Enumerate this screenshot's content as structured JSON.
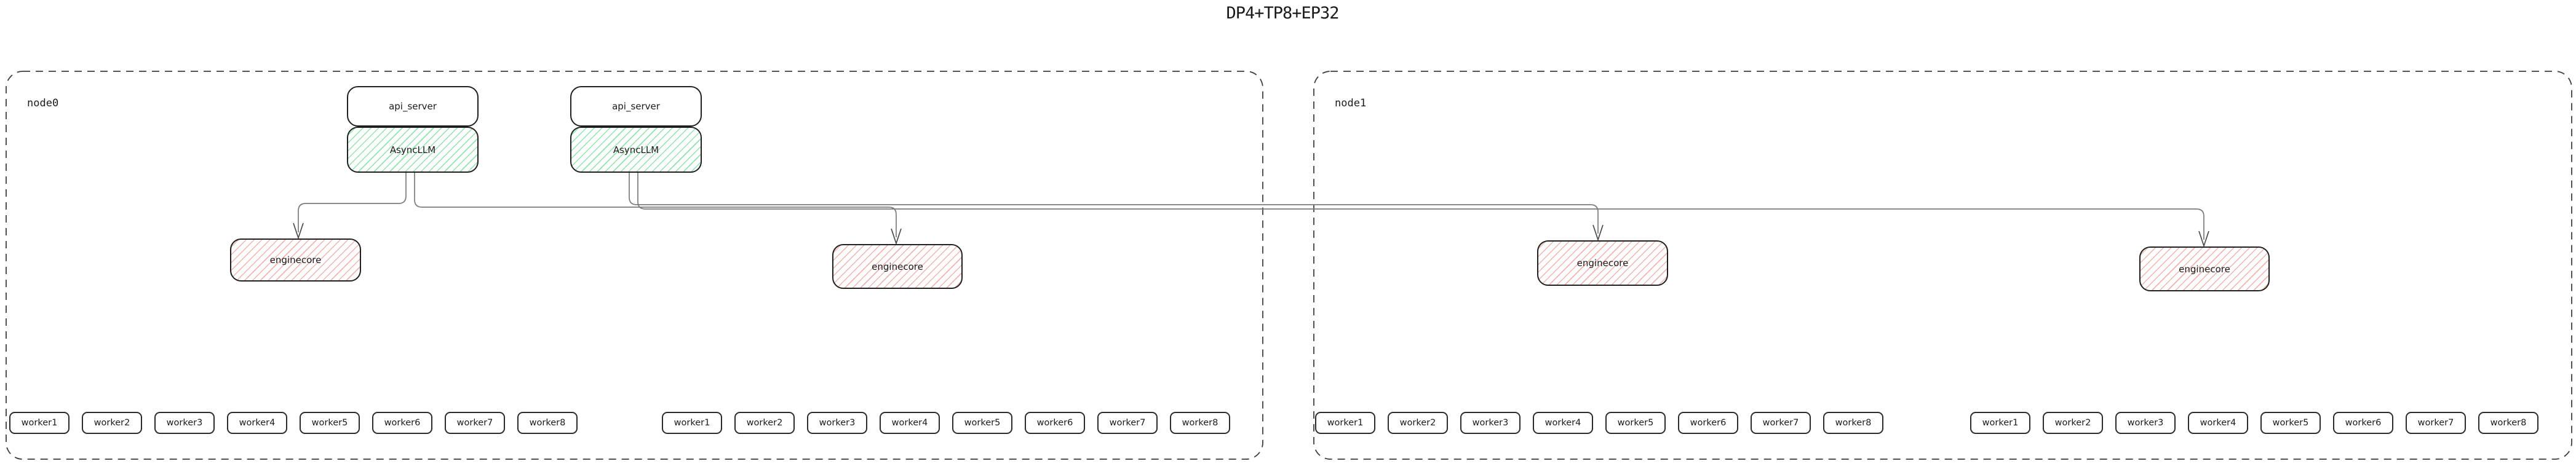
{
  "title": "DP4+TP8+EP32",
  "colors": {
    "box_border": "#1f1f1f",
    "connector": "#7a7a7a",
    "arrowhead": "#4a4a4a",
    "async_llm_hatch": "#8fe3ab",
    "enginecore_hatch": "#f2b3ae",
    "node_border": "#3c3c3c",
    "background": "#ffffff",
    "text": "#1a1a1a"
  },
  "nodes": [
    {
      "label": "node0",
      "api_servers": [
        {
          "api_server": "api_server",
          "async_llm": "AsyncLLM"
        },
        {
          "api_server": "api_server",
          "async_llm": "AsyncLLM"
        }
      ],
      "enginecores": [
        "enginecore",
        "enginecore"
      ],
      "worker_groups": [
        [
          "worker1",
          "worker2",
          "worker3",
          "worker4",
          "worker5",
          "worker6",
          "worker7",
          "worker8"
        ],
        [
          "worker1",
          "worker2",
          "worker3",
          "worker4",
          "worker5",
          "worker6",
          "worker7",
          "worker8"
        ]
      ]
    },
    {
      "label": "node1",
      "api_servers": [],
      "enginecores": [
        "enginecore",
        "enginecore"
      ],
      "worker_groups": [
        [
          "worker1",
          "worker2",
          "worker3",
          "worker4",
          "worker5",
          "worker6",
          "worker7",
          "worker8"
        ],
        [
          "worker1",
          "worker2",
          "worker3",
          "worker4",
          "worker5",
          "worker6",
          "worker7",
          "worker8"
        ]
      ]
    }
  ]
}
